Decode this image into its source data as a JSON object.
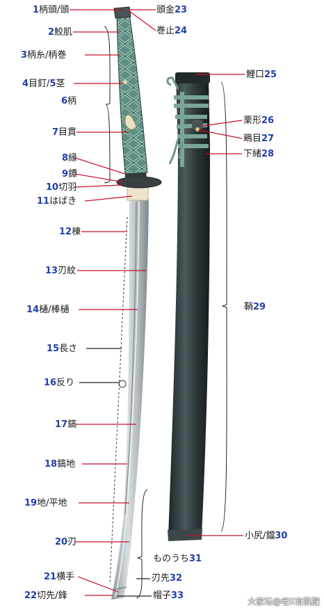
{
  "labels_left": [
    {
      "id": "l1",
      "num": "1",
      "text": "柄頭/頭"
    },
    {
      "id": "l2",
      "num": "2",
      "text": "鮫肌"
    },
    {
      "id": "l3",
      "num": "3",
      "text": "柄糸/柄巻"
    },
    {
      "id": "l4",
      "num": "4",
      "text": "目釘/"
    },
    {
      "id": "l5",
      "num": "5",
      "text": "茎"
    },
    {
      "id": "l6",
      "num": "6",
      "text": "柄"
    },
    {
      "id": "l7",
      "num": "7",
      "text": "目貫"
    },
    {
      "id": "l8",
      "num": "8",
      "text": "縁"
    },
    {
      "id": "l9",
      "num": "9",
      "text": "鐔"
    },
    {
      "id": "l10",
      "num": "10",
      "text": "切羽"
    },
    {
      "id": "l11",
      "num": "11",
      "text": "はばき"
    },
    {
      "id": "l12",
      "num": "12",
      "text": "棟"
    },
    {
      "id": "l13",
      "num": "13",
      "text": "刃紋"
    },
    {
      "id": "l14",
      "num": "14",
      "text": "樋/棒樋"
    },
    {
      "id": "l15",
      "num": "15",
      "text": "長さ"
    },
    {
      "id": "l16",
      "num": "16",
      "text": "反り"
    },
    {
      "id": "l17",
      "num": "17",
      "text": "鎬"
    },
    {
      "id": "l18",
      "num": "18",
      "text": "鎬地"
    },
    {
      "id": "l19",
      "num": "19",
      "text": "地/平地"
    },
    {
      "id": "l20",
      "num": "20",
      "text": "刃"
    },
    {
      "id": "l21",
      "num": "21",
      "text": "横手"
    },
    {
      "id": "l22",
      "num": "22",
      "text": "切先/鋒"
    }
  ],
  "labels_right": [
    {
      "id": "r23",
      "num": "23",
      "text": "頭金"
    },
    {
      "id": "r24",
      "num": "24",
      "text": "巻止"
    },
    {
      "id": "r25",
      "num": "25",
      "text": "鯉口"
    },
    {
      "id": "r26",
      "num": "26",
      "text": "栗形"
    },
    {
      "id": "r27",
      "num": "27",
      "text": "鵐目"
    },
    {
      "id": "r28",
      "num": "28",
      "text": "下緒"
    },
    {
      "id": "r29",
      "num": "29",
      "text": "鞘"
    },
    {
      "id": "r30",
      "num": "30",
      "text": "小尻/鐺"
    },
    {
      "id": "r31",
      "num": "31",
      "text": "ものうち"
    },
    {
      "id": "r32",
      "num": "32",
      "text": "刃先"
    },
    {
      "id": "r33",
      "num": "33",
      "text": "帽子"
    }
  ],
  "watermark": "大家坛@老K有肌肥",
  "colors": {
    "number": "#1f3fa8",
    "leader_line": "#c8102e",
    "handle_wrap": "#6b9f92",
    "saya": "#2a3436",
    "blade": "#b7bfc4",
    "habaki": "#e8e0c8"
  }
}
